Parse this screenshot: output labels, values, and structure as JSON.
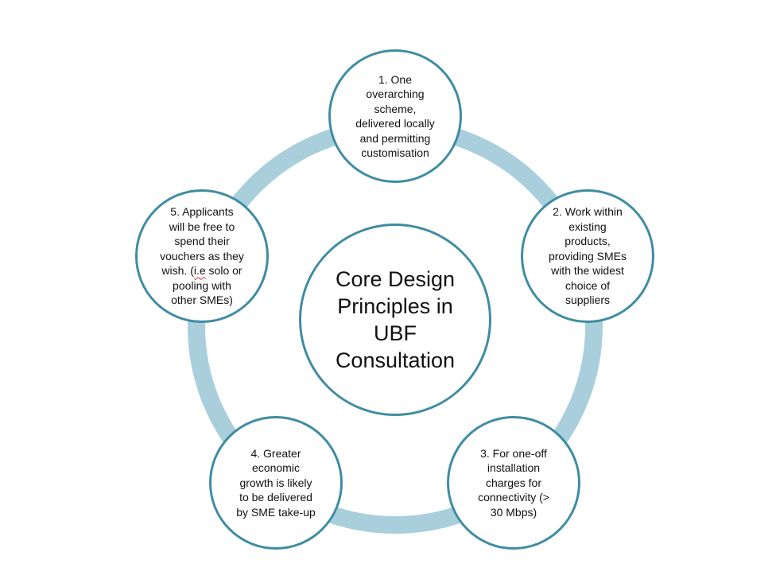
{
  "colors": {
    "ring": "#a9cfdd",
    "node_border": "#3f8ca3",
    "node_fill": "#ffffff",
    "text": "#111111",
    "spellcheck_underline": "#cc3333"
  },
  "center": {
    "label": "Core Design\nPrinciples in\nUBF\nConsultation"
  },
  "nodes": [
    {
      "text": "1. One\noverarching\nscheme,\ndelivered locally\nand permitting\ncustomisation"
    },
    {
      "text": "2. Work within\nexisting\nproducts,\nproviding SMEs\nwith the widest\nchoice of\nsuppliers"
    },
    {
      "text": "3. For one-off\ninstallation\ncharges for\nconnectivity (>\n30 Mbps)"
    },
    {
      "text": "4. Greater\neconomic\ngrowth is likely\nto be delivered\nby SME take-up"
    },
    {
      "text_before": "5. Applicants\nwill be free to\nspend their\nvouchers as they\nwish. (",
      "text_marked": "i.e",
      "text_after": " solo or\npooling with\nother SMEs)"
    }
  ]
}
